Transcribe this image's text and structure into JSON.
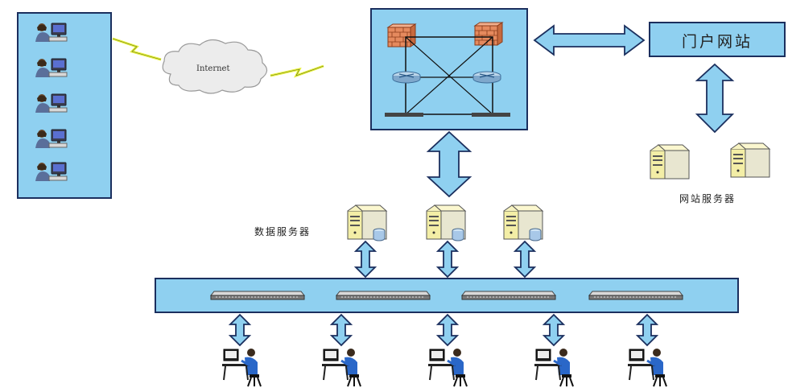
{
  "cloud_label": "Internet",
  "portal_label": "门户网站",
  "web_server_label": "网站服务器",
  "data_server_label": "数据服务器",
  "icons": {
    "remote_user": "user-at-computer-icon",
    "firewall": "firewall-brick-icon",
    "router": "router-icon",
    "switch": "network-switch-icon",
    "server": "server-tower-icon",
    "database": "database-cylinder-icon",
    "local_user": "local-user-workstation-icon",
    "cloud": "internet-cloud-icon",
    "arrow": "double-arrow-icon"
  },
  "colors": {
    "panel_fill": "#8fd0f0",
    "panel_border": "#1b2f5e",
    "server_fill": "#f3eea6",
    "firewall_fill": "#e58a5e",
    "lightning": "#e8f03a"
  }
}
